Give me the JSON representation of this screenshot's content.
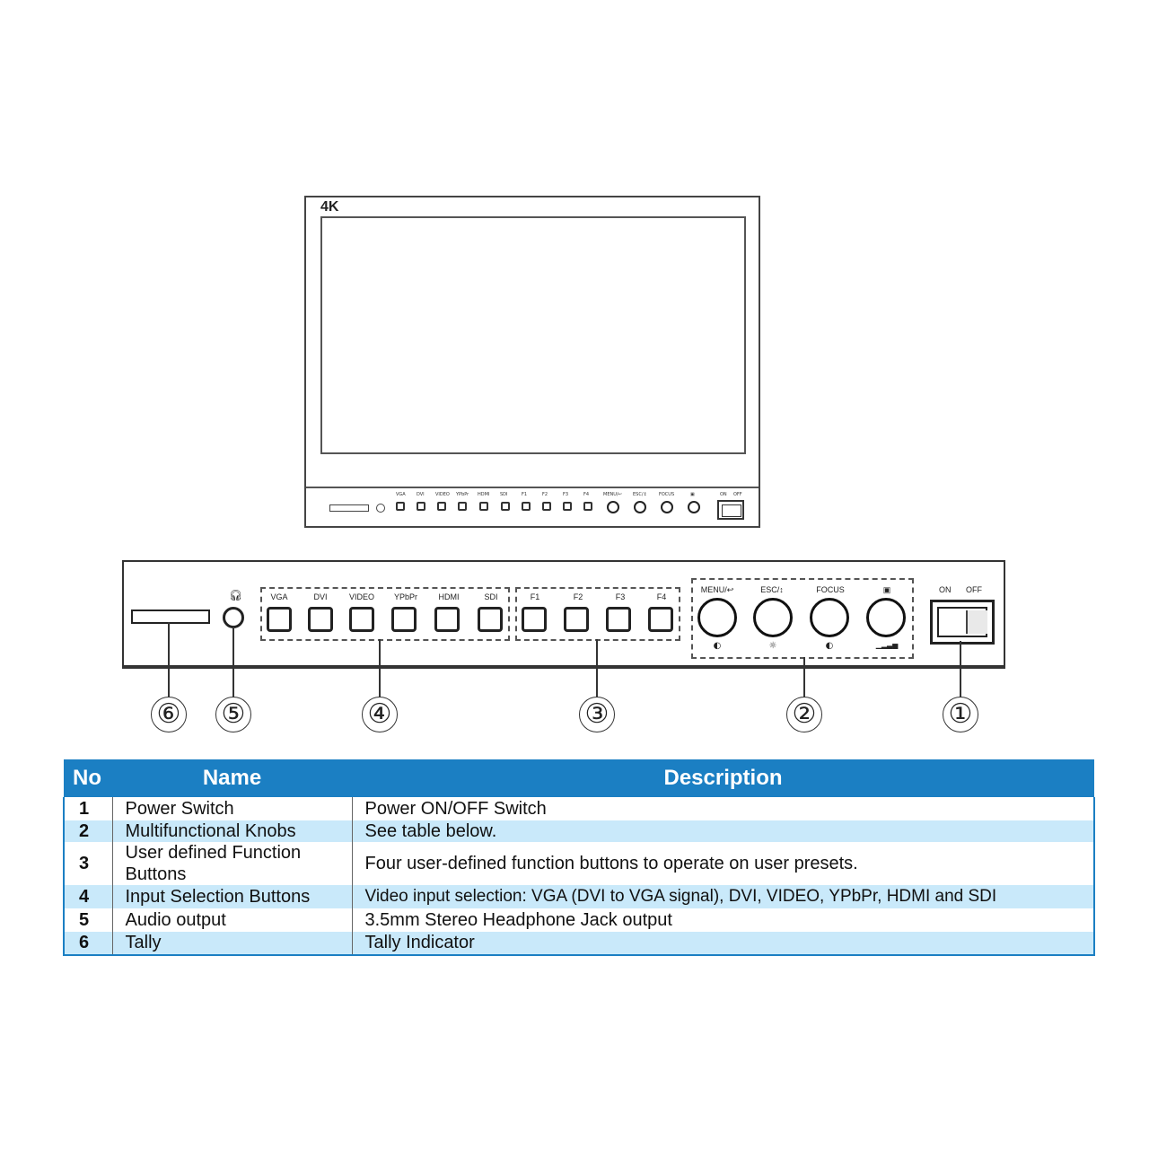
{
  "monitor": {
    "brand": "4K",
    "mini_labels": [
      "VGA",
      "DVI",
      "VIDEO",
      "YPbPr",
      "HDMI",
      "SDI",
      "F1",
      "F2",
      "F3",
      "F4"
    ],
    "mini_knob_labels": [
      "MENU/↩",
      "ESC/↕",
      "FOCUS",
      "▣"
    ],
    "mini_switch_labels": [
      "ON",
      "OFF"
    ]
  },
  "panel": {
    "input_buttons": [
      "VGA",
      "DVI",
      "VIDEO",
      "YPbPr",
      "HDMI",
      "SDI"
    ],
    "function_buttons": [
      "F1",
      "F2",
      "F3",
      "F4"
    ],
    "knobs": [
      {
        "label": "MENU/↩",
        "icon": "◐"
      },
      {
        "label": "ESC/↕",
        "icon": "☼"
      },
      {
        "label": "FOCUS",
        "icon": "◐"
      },
      {
        "label": "▣",
        "icon": "▁▂▃▅"
      }
    ],
    "switch_on": "ON",
    "switch_off": "OFF",
    "headphone_icon": "headphone-icon"
  },
  "callouts": [
    "⑥",
    "⑤",
    "④",
    "③",
    "②",
    "①"
  ],
  "table": {
    "headers": [
      "No",
      "Name",
      "Description"
    ],
    "rows": [
      {
        "no": "1",
        "name": "Power Switch",
        "desc": "Power ON/OFF Switch"
      },
      {
        "no": "2",
        "name": "Multifunctional Knobs",
        "desc": "See table below."
      },
      {
        "no": "3",
        "name": "User defined Function Buttons",
        "desc": "Four user-defined function buttons to operate on user presets."
      },
      {
        "no": "4",
        "name": "Input Selection Buttons",
        "desc": "Video input selection: VGA (DVI to VGA signal), DVI, VIDEO, YPbPr, HDMI and SDI"
      },
      {
        "no": "5",
        "name": "Audio output",
        "desc": "3.5mm Stereo Headphone Jack output"
      },
      {
        "no": "6",
        "name": "Tally",
        "desc": "Tally Indicator"
      }
    ],
    "header_color": "#1b7fc3",
    "stripe_color": "#c9e9fa"
  }
}
